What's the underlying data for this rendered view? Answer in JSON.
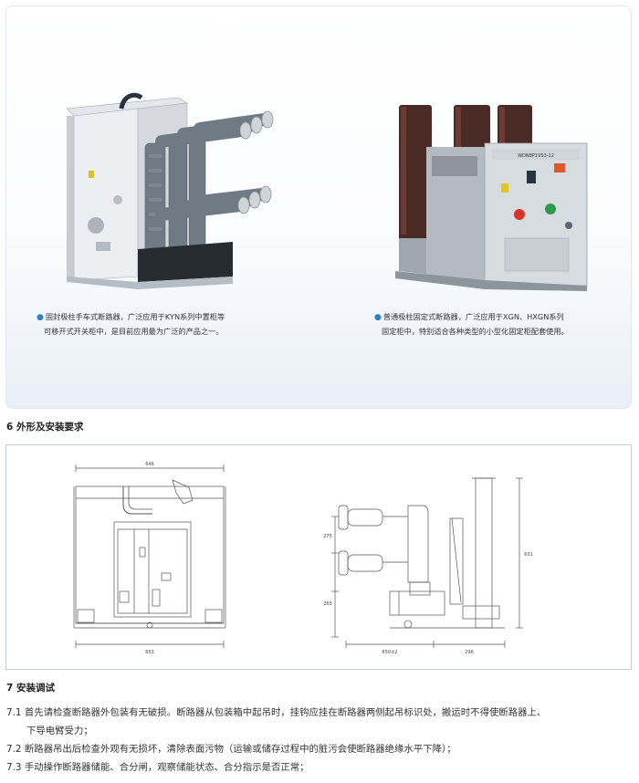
{
  "products": [
    {
      "caption_line1": "固封极柱手车式断路器，广泛应用于KYN系列中置柜等",
      "caption_line2": "可移开式开关柜中，是目前应用最为广泛的产品之一。"
    },
    {
      "caption_line1": "普通极柱固定式断路器，广泛应用于XGN、HXGN系列",
      "caption_line2": "固定柜中，特别适合各种类型的小型化固定柜配套使用。",
      "nameplate_text": "WDN8P1VS3-12"
    }
  ],
  "section6": {
    "title": "6 外形及安装要求"
  },
  "drawing": {
    "dims": [
      "646",
      "653",
      "275",
      "265",
      "631",
      "650±2",
      "296"
    ]
  },
  "section7": {
    "title": "7 安装调试",
    "steps": [
      {
        "text": "7.1 首先请检查断路器外包装有无破损。断路器从包装箱中起吊时，挂钩应挂在断路器两侧起吊标识处，搬运时不得使断路器上、",
        "cont": "下导电臂受力；"
      },
      {
        "text": "7.2 断路器吊出后检查外观有无损坏，清除表面污物（运输或储存过程中的脏污会使断路器绝缘水平下降）；"
      },
      {
        "text": "7.3 手动操作断路器储能、合分闸，观察储能状态、合分指示是否正常；"
      }
    ]
  },
  "colors": {
    "accent_bullet": "#2c7fd0",
    "insulator_gray": "#6f7a85",
    "pole_brown": "#4a2a24",
    "panel_border": "#c7ccd2"
  }
}
